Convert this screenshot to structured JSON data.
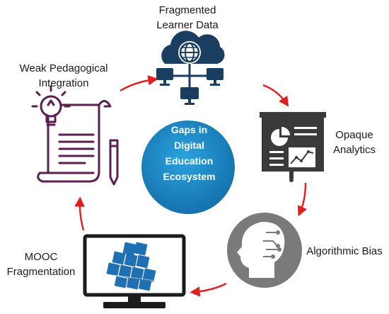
{
  "diagram": {
    "center": {
      "lines": [
        "Gaps in",
        "Digital",
        "Education",
        "Ecosystem"
      ]
    },
    "nodes": [
      {
        "id": "fragmented-learner-data",
        "lines": [
          "Fragmented",
          "Learner Data"
        ],
        "icon": "cloud-network-icon"
      },
      {
        "id": "opaque-analytics",
        "lines": [
          "Opaque",
          "Analytics"
        ],
        "icon": "presentation-board-icon"
      },
      {
        "id": "algorithmic-bias",
        "lines": [
          "Algorithmic Bias"
        ],
        "icon": "ai-head-icon"
      },
      {
        "id": "mooc-fragmentation",
        "lines": [
          "MOOC",
          "Fragmentation"
        ],
        "icon": "monitor-cubes-icon"
      },
      {
        "id": "weak-pedagogical-integration",
        "lines": [
          "Weak Pedagogical",
          "Integration"
        ],
        "icon": "lightbulb-document-icon"
      }
    ],
    "colors": {
      "center_circle": "#1a86c1",
      "arrow": "#e02020",
      "cloud_icon": "#1a3e60",
      "board_icon": "#3a3a3a",
      "head_circle": "#7a7a7a",
      "cube_icon": "#1f6fb3",
      "document_icon": "#5a1e4f"
    }
  }
}
